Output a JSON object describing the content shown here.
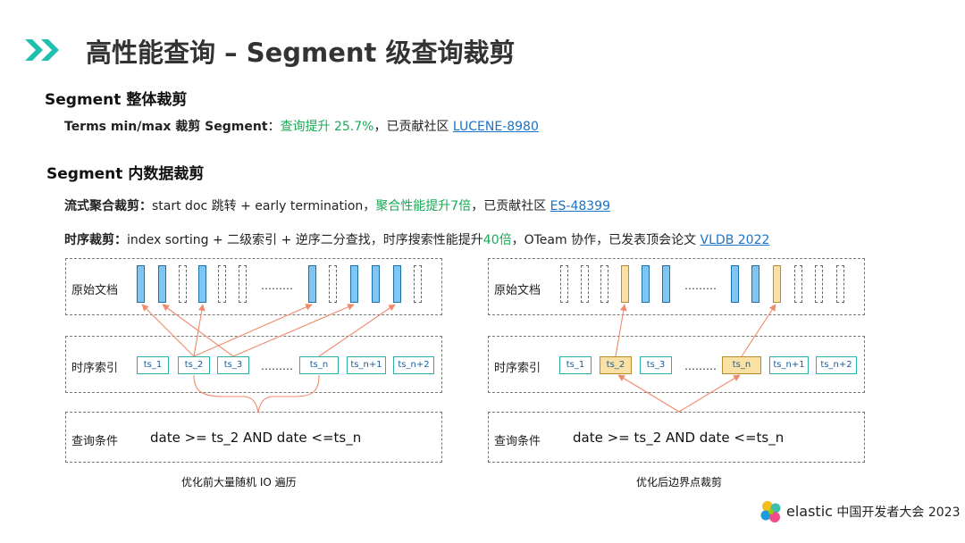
{
  "title": "高性能查询 – Segment 级查询裁剪",
  "section1": {
    "heading": "Segment 整体裁剪",
    "line": {
      "label": "Terms min/max 裁剪 Segment",
      "colon": "：",
      "highlight": "查询提升 25.7%",
      "rest": "，已贡献社区 ",
      "link": "LUCENE-8980"
    }
  },
  "section2": {
    "heading": "Segment 内数据裁剪",
    "line1": {
      "label": "流式聚合裁剪：",
      "text": "start doc 跳转 + early termination，",
      "highlight": "聚合性能提升7倍",
      "rest": "，已贡献社区 ",
      "link": "ES-48399"
    },
    "line2": {
      "label": "时序裁剪：",
      "text": "index sorting + 二级索引 + 逆序二分查找，时序搜索性能提升",
      "highlight": "40倍",
      "rest": "，OTeam 协作，已发表顶会论文 ",
      "link": "VLDB 2022"
    }
  },
  "diagram": {
    "row_labels": {
      "docs": "原始文档",
      "index": "时序索引",
      "query": "查询条件"
    },
    "ellipsis": "………",
    "ts_labels": [
      "ts_1",
      "ts_2",
      "ts_3",
      "ts_n",
      "ts_n+1",
      "ts_n+2"
    ],
    "query": "date >= ts_2 AND date <=ts_n",
    "left_caption": "优化前大量随机 IO 遍历",
    "right_caption": "优化后边界点裁剪",
    "colors": {
      "doc_hit": "#7fc6f4",
      "highlight": "#fbe0a3",
      "arrow": "#f08a6a",
      "ts_border": "#2ab2a8"
    }
  },
  "footer": {
    "brand": "elastic",
    "event": "中国开发者大会 2023"
  }
}
